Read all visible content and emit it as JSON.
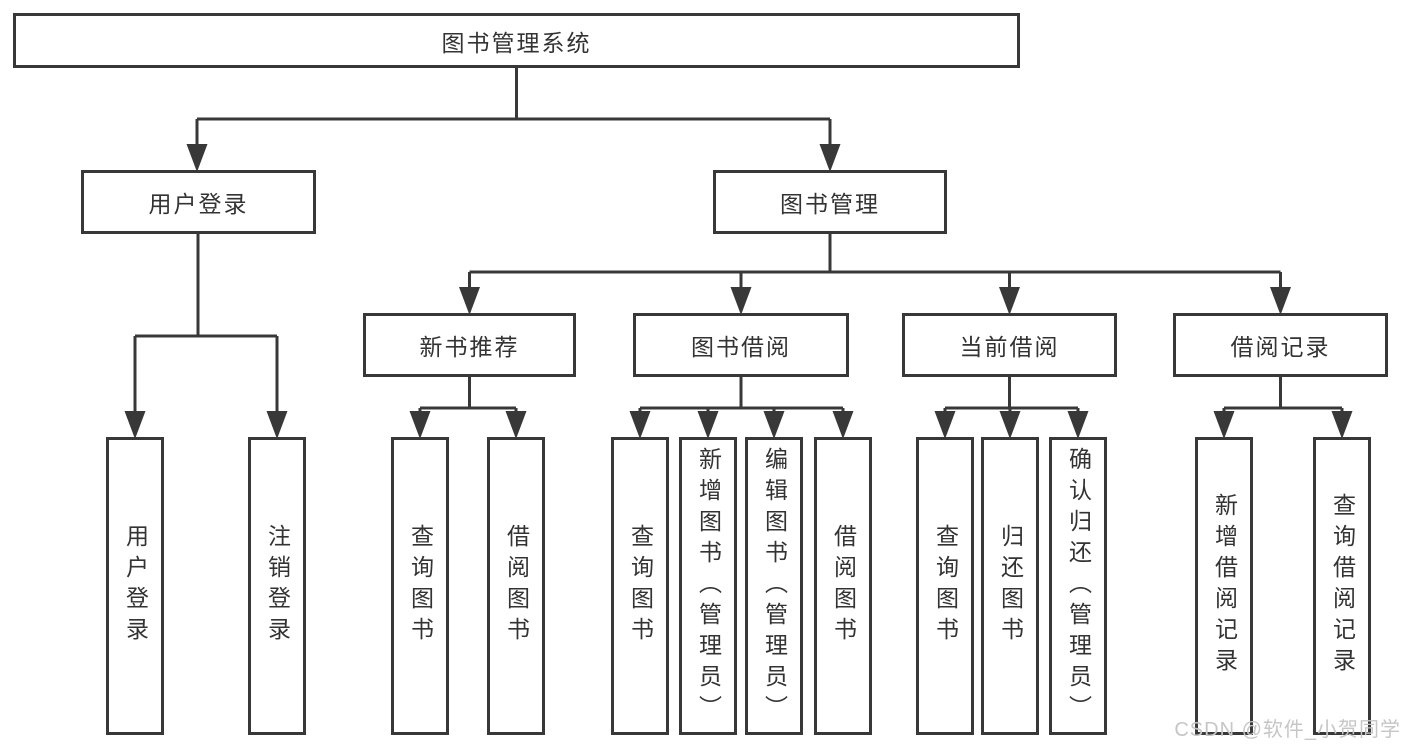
{
  "colors": {
    "line": "#383838",
    "box_border": "#383838",
    "text": "#333333",
    "background": "#ffffff",
    "watermark": "#c6c6c6"
  },
  "watermark": {
    "text": "CSDN @软件_小贺同学"
  },
  "tree": {
    "root": "图书管理系统",
    "branches": [
      {
        "label": "用户登录",
        "children": [
          "用户登录",
          "注销登录"
        ]
      },
      {
        "label": "图书管理",
        "groups": [
          {
            "label": "新书推荐",
            "children": [
              "查询图书",
              "借阅图书"
            ]
          },
          {
            "label": "图书借阅",
            "children": [
              "查询图书",
              "新增图书（管理员）",
              "编辑图书（管理员）",
              "借阅图书"
            ]
          },
          {
            "label": "当前借阅",
            "children": [
              "查询图书",
              "归还图书",
              "确认归还（管理员）"
            ]
          },
          {
            "label": "借阅记录",
            "children": [
              "新增借阅记录",
              "查询借阅记录"
            ]
          }
        ]
      }
    ]
  }
}
